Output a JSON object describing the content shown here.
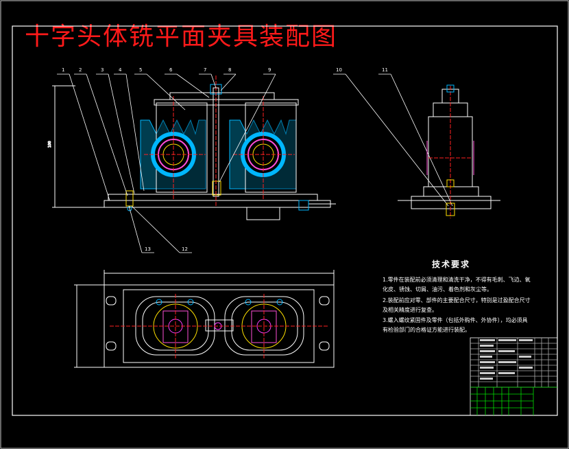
{
  "title": "十字头体铣平面夹具装配图",
  "balloons_top": [
    "1",
    "2",
    "3",
    "4",
    "5",
    "6",
    "7",
    "8",
    "9",
    "10",
    "11"
  ],
  "balloons_bottom": [
    "13",
    "12"
  ],
  "tech": {
    "heading": "技术要求",
    "notes": [
      "1.零件在装配前必须清理和清洗干净，不得有毛刺、飞边、氧",
      "化皮、锈蚀、切屑、油污、着色剂和灰尘等。",
      "2.装配前应对零、部件的主要配合尺寸，特别是过盈配合尺寸",
      "及相关精度进行复查。",
      "3.螺入螺纹紧固件及零件（包括外购件、外协件），均必须具",
      "有检验部门的合格证方能进行装配。"
    ]
  },
  "colors": {
    "outline": "#ffffff",
    "hatch": "#00b7ff",
    "accent": "#ff3bff",
    "highlight": "#ffe000",
    "center": "#ff2020",
    "bushing": "#ff4fd8",
    "titleblock": "#00e000"
  }
}
